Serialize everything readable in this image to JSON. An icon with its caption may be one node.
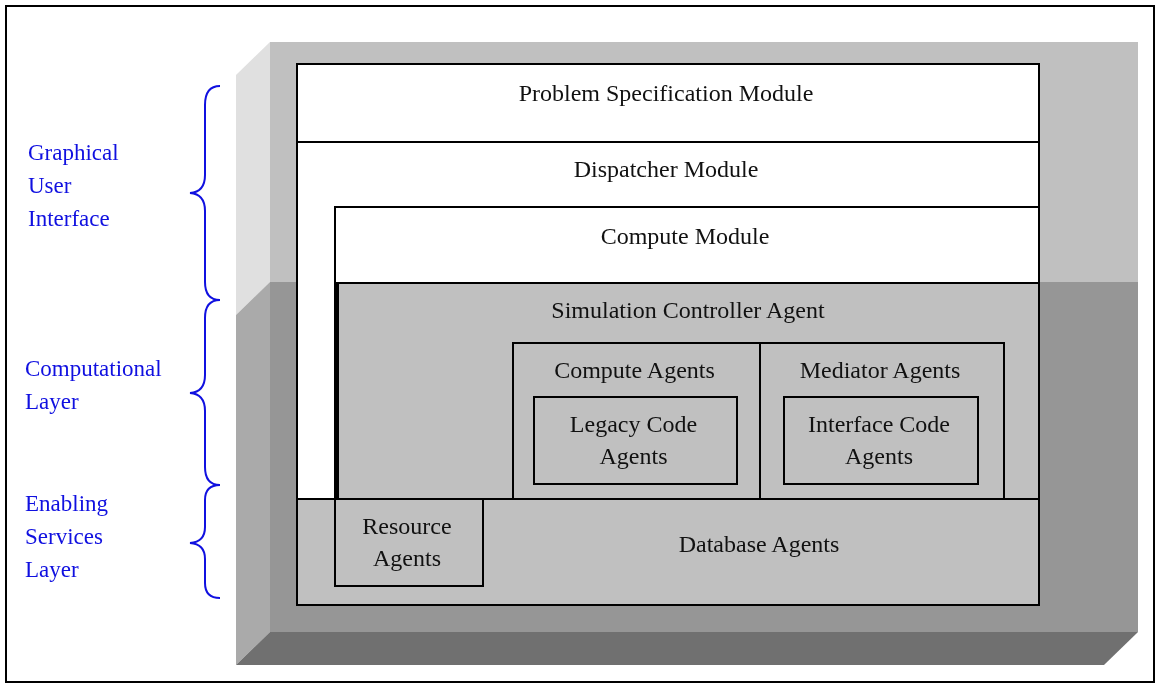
{
  "diagram": {
    "nodes": [
      {
        "text": [
          "Problem Specification Module"
        ]
      },
      {
        "text": [
          "Dispatcher Module"
        ]
      },
      {
        "text": [
          "Compute Module"
        ],
        "in": 1
      },
      {
        "text": [
          "Simulation Controller Agent"
        ],
        "in": 1
      },
      {
        "text": [
          "Compute Agents"
        ],
        "in": 3
      },
      {
        "text": [
          "Legacy Code Agents"
        ],
        "in": 4
      },
      {
        "text": [
          "Mediator Agents"
        ],
        "in": 3
      },
      {
        "text": [
          "Interface Code Agents"
        ],
        "in": 6
      },
      {
        "text": [
          "Database Agents"
        ]
      },
      {
        "text": [
          "Resource Agents"
        ],
        "in": 8
      }
    ],
    "edges": [],
    "labels": [
      "Graphical User Interface",
      "Computational Layer",
      "Enabling Services Layer"
    ]
  }
}
